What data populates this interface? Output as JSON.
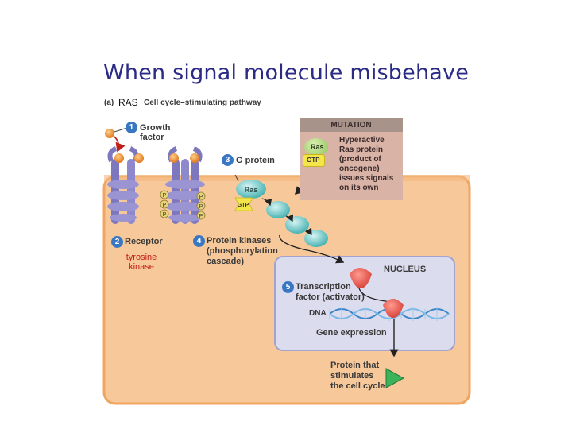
{
  "title": "When signal molecule misbehave",
  "panel": {
    "letter": "(a)",
    "gene": "RAS",
    "pathway": "Cell cycle–stimulating pathway"
  },
  "steps": {
    "s1": {
      "num": "1",
      "label": "Growth factor"
    },
    "s2": {
      "num": "2",
      "label": "Receptor"
    },
    "s3": {
      "num": "3",
      "label": "G protein"
    },
    "s4": {
      "num": "4",
      "label_l1": "Protein kinases",
      "label_l2": "(phosphorylation",
      "label_l3": "cascade)"
    },
    "s5": {
      "num": "5",
      "label_l1": "Transcription",
      "label_l2": "factor (activator)"
    }
  },
  "mutation": {
    "header": "MUTATION",
    "text_l1": "Hyperactive",
    "text_l2": "Ras protein",
    "text_l3": "(product of",
    "text_l4": "oncogene)",
    "text_l5": "issues signals",
    "text_l6": "on its own",
    "ras": "Ras",
    "gtp": "GTP"
  },
  "ras_complex": {
    "ras": "Ras",
    "gtp": "GTP"
  },
  "phospho": "P",
  "annotation": {
    "l1": "tyrosine",
    "l2": "kinase"
  },
  "nucleus": {
    "label": "NUCLEUS",
    "dna": "DNA",
    "gene_expression": "Gene expression"
  },
  "product": {
    "l1": "Protein that",
    "l2": "stimulates",
    "l3": "the cell cycle"
  },
  "colors": {
    "cell": "#f7c89a",
    "cell_border": "#f0a560",
    "nucleus": "#dcdcef",
    "receptor": "#8b86c4",
    "kinase": "#7fcfcf",
    "title": "#2b2b86",
    "step_circle": "#3a77c2"
  }
}
